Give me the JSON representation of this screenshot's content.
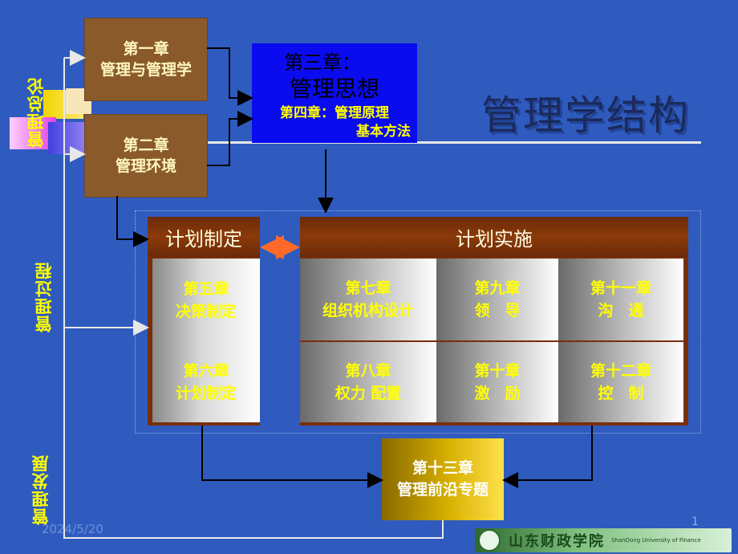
{
  "title": "管理学结构",
  "section_labels": {
    "overview": "管理总论",
    "process": "管理过程",
    "development": "管理发展"
  },
  "boxes": {
    "ch1": {
      "line1": "第一章",
      "line2": "管理与管理学"
    },
    "ch2": {
      "line1": "第二章",
      "line2": "管理环境"
    },
    "ch3": {
      "line1": "第三章：",
      "line2": "管理思想",
      "line3": "第四章：管理原理",
      "line4": "基本方法"
    },
    "plan_head": "计划制定",
    "impl_head": "计划实施",
    "ch5": {
      "line1": "第五章",
      "line2": "决策制定"
    },
    "ch6": {
      "line1": "第六章",
      "line2": "计划制定"
    },
    "ch7": {
      "line1": "第七章",
      "line2": "组织机构设计"
    },
    "ch8": {
      "line1": "第八章",
      "line2": "权力 配置"
    },
    "ch9": {
      "line1": "第九章",
      "line2": "领　导"
    },
    "ch10": {
      "line1": "第十章",
      "line2": "激　励"
    },
    "ch11": {
      "line1": "第十一章",
      "line2": "沟　通"
    },
    "ch12": {
      "line1": "第十二章",
      "line2": "控　制"
    },
    "ch13": {
      "line1": "第十三章",
      "line2": "管理前沿专题"
    }
  },
  "footer": {
    "date": "2024/5/20",
    "page": "1",
    "logo_text": "山东财政学院",
    "logo_sub": "ShanDong University of Finance"
  },
  "colors": {
    "background": "#2f5bbf",
    "box_brown": "#8b5a2b",
    "highlight": "#ffff00",
    "blue_box": "#0b0bf0",
    "arrow": "#000000",
    "double_arrow": "#ff6a2a"
  }
}
